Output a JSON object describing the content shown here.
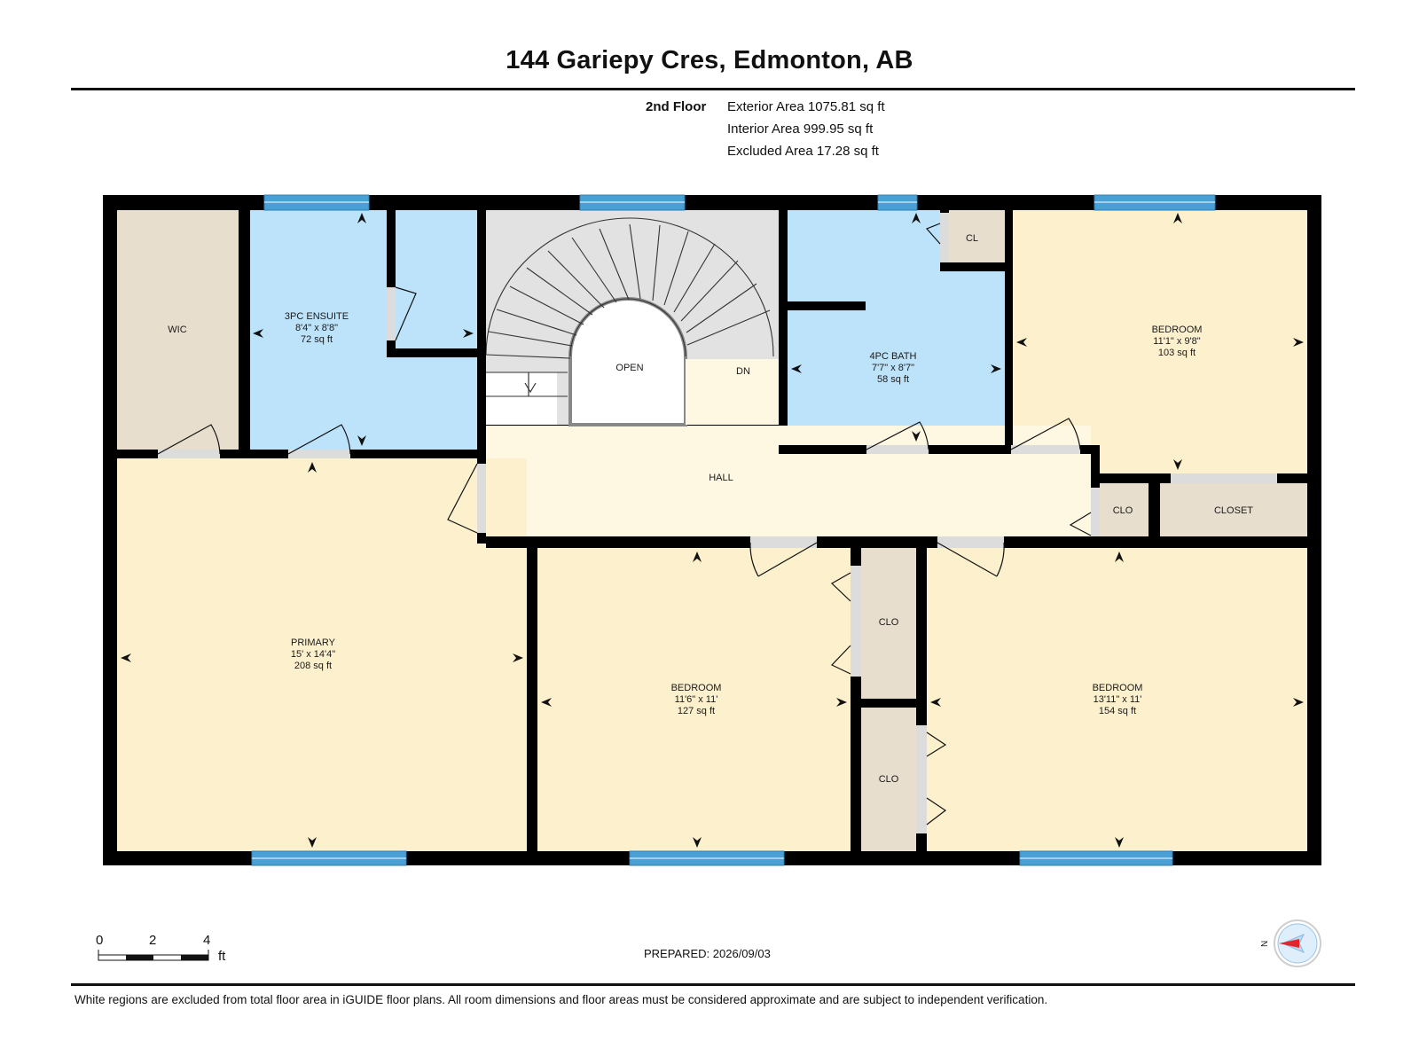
{
  "header": {
    "title": "144 Gariepy Cres, Edmonton, AB"
  },
  "summary": {
    "floor": "2nd Floor",
    "exterior_area": "Exterior Area 1075.81 sq ft",
    "interior_area": "Interior Area 999.95 sq ft",
    "excluded_area": "Excluded Area 17.28 sq ft"
  },
  "rooms": {
    "wic": {
      "name": "WIC"
    },
    "ensuite": {
      "name": "3PC ENSUITE",
      "dims": "8'4\" x 8'8\"",
      "area": "72 sq ft"
    },
    "open": {
      "name": "OPEN"
    },
    "dn": {
      "name": "DN"
    },
    "bath": {
      "name": "4PC BATH",
      "dims": "7'7\" x 8'7\"",
      "area": "58 sq ft"
    },
    "cl": {
      "name": "CL"
    },
    "bedroom_ne": {
      "name": "BEDROOM",
      "dims": "11'1\" x 9'8\"",
      "area": "103 sq ft"
    },
    "hall": {
      "name": "HALL"
    },
    "clo_hall": {
      "name": "CLO"
    },
    "closet": {
      "name": "CLOSET"
    },
    "primary": {
      "name": "PRIMARY",
      "dims": "15' x 14'4\"",
      "area": "208 sq ft"
    },
    "bedroom_mid": {
      "name": "BEDROOM",
      "dims": "11'6\" x 11'",
      "area": "127 sq ft"
    },
    "clo_upper": {
      "name": "CLO"
    },
    "clo_lower": {
      "name": "CLO"
    },
    "bedroom_se": {
      "name": "BEDROOM",
      "dims": "13'11\" x 11'",
      "area": "154 sq ft"
    }
  },
  "scale_bar": {
    "ticks": [
      "0",
      "2",
      "4"
    ],
    "unit": "ft"
  },
  "compass": {
    "label": "N",
    "icon": "north-arrow-icon"
  },
  "footer": {
    "prepared": "PREPARED: 2026/09/03",
    "disclaimer": "White regions are excluded from total floor area in iGUIDE floor plans. All room dimensions and floor areas must be considered approximate and are subject to independent verification."
  },
  "colors": {
    "bedroom_fill": "#fdf0cd",
    "bath_fill": "#bde3fb",
    "closet_fill": "#e8dece",
    "hall_fill": "#fef8e2",
    "stair_fill": "#e2e2e2",
    "wall": "#000000",
    "window": "#4a9fd4",
    "compass_arrow": "#e2262b"
  }
}
